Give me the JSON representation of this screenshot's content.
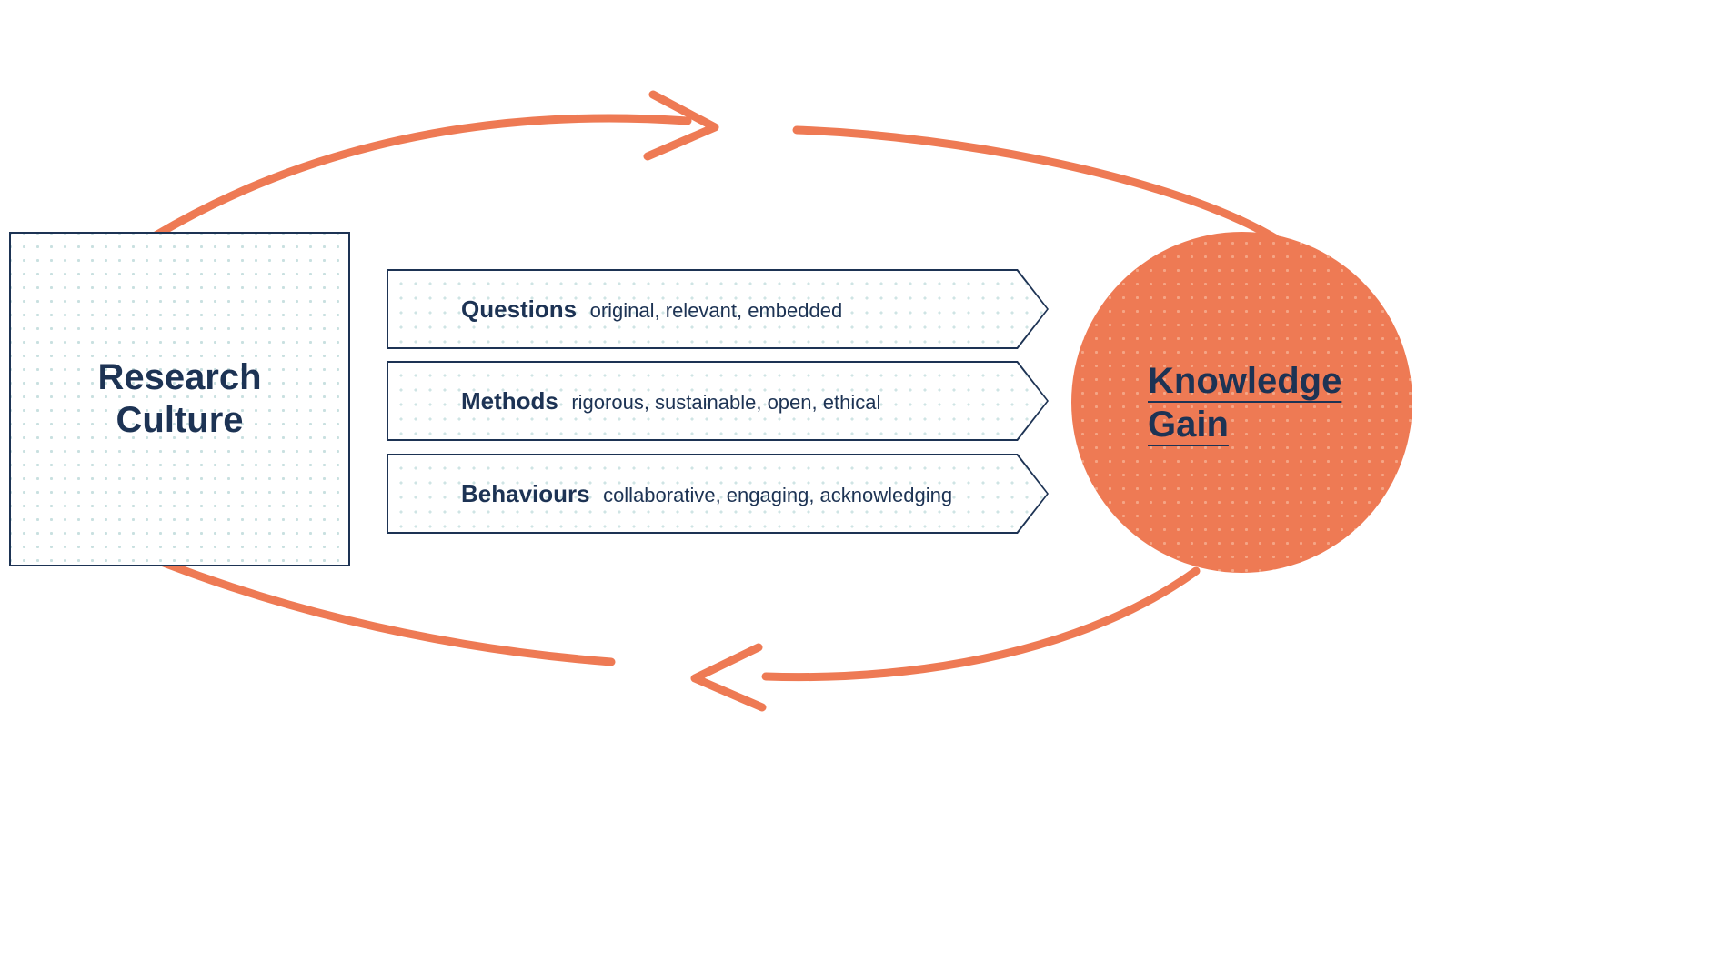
{
  "left_box": {
    "line1": "Research",
    "line2": "Culture"
  },
  "right_circle": {
    "line1": "Knowledge",
    "line2": "Gain"
  },
  "banners": [
    {
      "title": "Questions",
      "subtitle": "original, relevant, embedded"
    },
    {
      "title": "Methods",
      "subtitle": "rigorous, sustainable, open, ethical"
    },
    {
      "title": "Behaviours",
      "subtitle": "collaborative, engaging, acknowledging"
    }
  ],
  "colors": {
    "navy": "#1d3354",
    "orange": "#ee7a54",
    "box_dot": "#c9e0e0",
    "circle_dot": "#f5a585"
  }
}
